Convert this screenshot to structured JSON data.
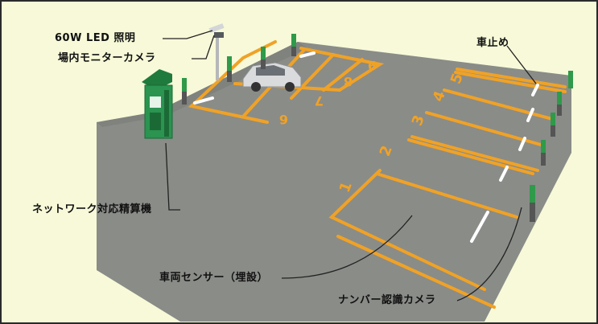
{
  "labels": {
    "lighting": "60W LED 照明",
    "monitor_camera": "場内モニターカメラ",
    "payment_machine": "ネットワーク対応精算機",
    "car_sensor": "車両センサー（埋設）",
    "plate_camera": "ナンバー認識カメラ",
    "wheel_stop": "車止め"
  },
  "space_numbers": {
    "left_row": [
      "6",
      "7",
      "8",
      "9"
    ],
    "right_row": [
      "1",
      "2",
      "3",
      "4",
      "5"
    ]
  },
  "colors": {
    "background": "#f7f9d8",
    "asphalt": "#8a8c88",
    "lines": "#f0a226",
    "pole": "#2e9a4a",
    "machine": "#1f7a3e"
  }
}
